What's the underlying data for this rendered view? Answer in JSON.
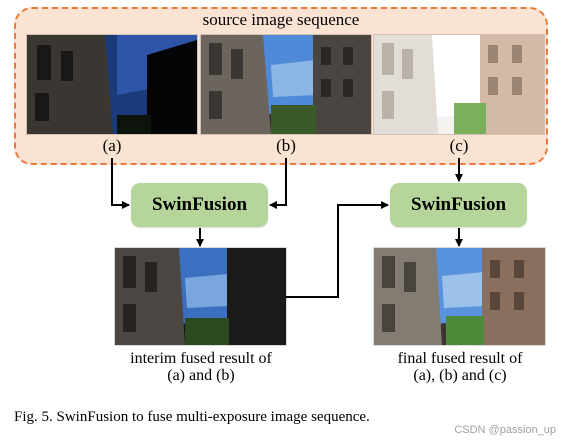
{
  "group_title": "source image sequence",
  "inputs": [
    {
      "label": "(a)",
      "tone": "dark"
    },
    {
      "label": "(b)",
      "tone": "medium"
    },
    {
      "label": "(c)",
      "tone": "bright"
    }
  ],
  "fusion_blocks": [
    {
      "label": "SwinFusion"
    },
    {
      "label": "SwinFusion"
    }
  ],
  "outputs": [
    {
      "line1": "interim fused result of",
      "line2": "(a) and (b)"
    },
    {
      "line1": "final fused result of",
      "line2": "(a), (b) and (c)"
    }
  ],
  "figure_caption": "Fig. 5.  SwinFusion to fuse multi-exposure image sequence.",
  "watermark": "CSDN @passion_up",
  "colors": {
    "group_fill": "#fbe3d3",
    "group_border": "#e87a3a",
    "fusion_fill": "#b5d59a"
  }
}
